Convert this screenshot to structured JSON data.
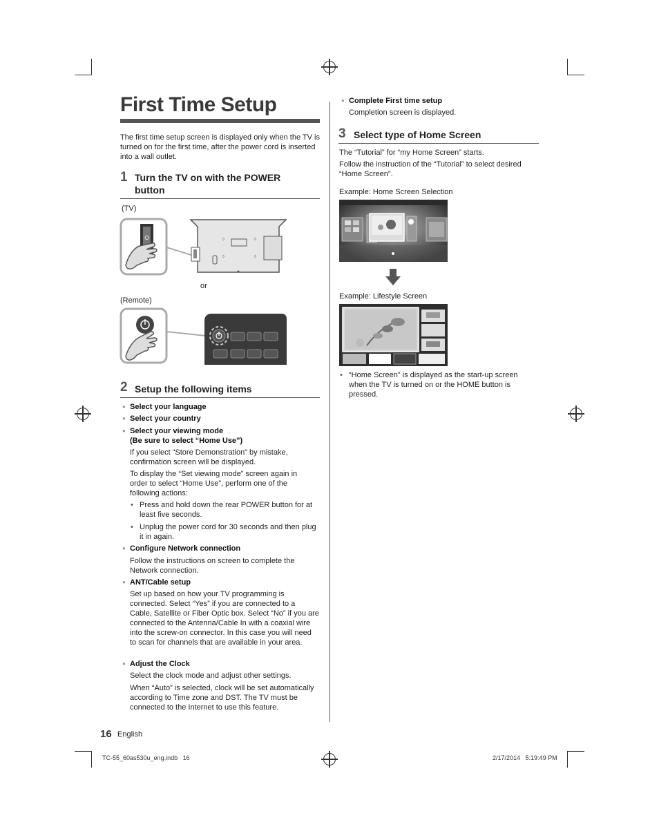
{
  "title": "First Time Setup",
  "intro": "The first time setup screen is displayed only when the TV is turned on for the first time, after the power cord is inserted into a wall outlet.",
  "step1": {
    "num": "1",
    "title": "Turn the TV on with the POWER button",
    "tv_label": "(TV)",
    "or_label": "or",
    "remote_label": "(Remote)"
  },
  "step2": {
    "num": "2",
    "title": "Setup the following items",
    "items": [
      {
        "label": "Select your language"
      },
      {
        "label": "Select your country"
      },
      {
        "label": "Select your viewing mode",
        "sub": "(Be sure to select “Home Use”)"
      },
      {
        "label": "Configure Network connection"
      },
      {
        "label": "ANT/Cable setup"
      },
      {
        "label": "Adjust the Clock"
      }
    ],
    "viewing_p1": "If you select “Store Demonstration” by mistake, confirmation screen will be displayed.",
    "viewing_p2": "To display the “Set viewing mode” screen again in order to select “Home Use”, perform one of the following actions:",
    "viewing_b1": "Press and hold down the rear POWER button for at least five seconds.",
    "viewing_b2": "Unplug the power cord for 30 seconds and then plug it in again.",
    "network_p": "Follow the instructions on screen to complete the Network connection.",
    "ant_p": "Set up based on how your TV programming is connected. Select “Yes” if you are connected to a Cable, Satellite or Fiber Optic box. Select “No” if you are connected to the Antenna/Cable In with a coaxial wire into the screw-on connector. In this case you will need to scan for channels that are available in your area.",
    "clock_p1": "Select the clock mode and adjust other settings.",
    "clock_p2": "When “Auto” is selected, clock will be set automatically according to Time zone and DST. The TV must be connected to the Internet to use this feature."
  },
  "complete": {
    "label": "Complete First time setup",
    "text": "Completion screen is displayed."
  },
  "step3": {
    "num": "3",
    "title": "Select type of Home Screen",
    "p1": "The “Tutorial” for “my Home Screen” starts.",
    "p2": "Follow the instruction of the “Tutorial” to select desired “Home Screen”.",
    "example1": "Example: Home Screen Selection",
    "example2": "Example: Lifestyle Screen",
    "note": "“Home Screen” is displayed as the start-up screen when the TV is turned on or the HOME button is pressed."
  },
  "footer": {
    "page_num": "16",
    "lang": "English",
    "file": "TC-55_60as530u_eng.indb   16",
    "date": "2/17/2014   5:19:49 PM"
  }
}
